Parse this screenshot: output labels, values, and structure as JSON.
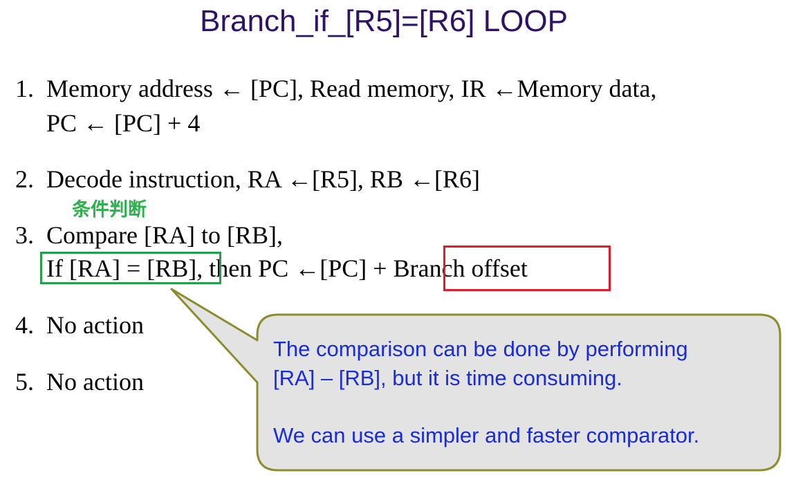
{
  "slide": {
    "title": "Branch_if_[R5]=[R6] LOOP"
  },
  "steps": [
    {
      "number": "1.",
      "lines": [
        "Memory address ← [PC], Read memory, IR ←Memory data,",
        "PC ← [PC] + 4"
      ]
    },
    {
      "number": "2.",
      "lines": [
        "Decode instruction, RA ←[R5], RB ←[R6]"
      ]
    },
    {
      "number": "3.",
      "lines": [
        "Compare [RA] to [RB],"
      ],
      "condition": "If [RA] = [RB]",
      "then_text": ", then PC ←[PC] + ",
      "offset": "Branch offset"
    },
    {
      "number": "4.",
      "lines": [
        "No action"
      ]
    },
    {
      "number": "5.",
      "lines": [
        "No action"
      ]
    }
  ],
  "annotations": {
    "condition_label": "条件判断"
  },
  "callout": {
    "line1": "The comparison can be done by performing",
    "line2": "[RA] – [RB], but it is time consuming.",
    "line3": "We can use a simpler and faster comparator."
  },
  "colors": {
    "title": "#2e1266",
    "annotation_green": "#2bb24c",
    "green_box": "#22a04a",
    "red_box": "#e01e2b",
    "callout_fill": "#e3e3e3",
    "callout_border": "#8c8c2e",
    "callout_text": "#1a2bd8"
  }
}
